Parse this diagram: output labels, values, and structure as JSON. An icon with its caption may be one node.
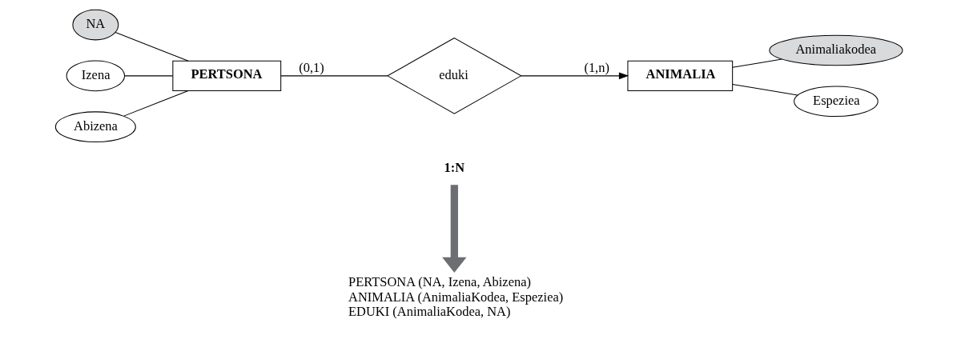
{
  "diagram": {
    "nodes": [
      {
        "text": [
          "NA"
        ]
      },
      {
        "text": [
          "Izena"
        ]
      },
      {
        "text": [
          "Abizena"
        ]
      },
      {
        "text": [
          "PERTSONA"
        ]
      },
      {
        "text": [
          "eduki"
        ]
      },
      {
        "text": [
          "ANIMALIA"
        ]
      },
      {
        "text": [
          "Animaliakodea"
        ]
      },
      {
        "text": [
          "Espeziea"
        ]
      },
      {
        "text": [
          "1:N"
        ]
      },
      {
        "text": [
          "PERTSONA (NA, Izena, Abizena)",
          "ANIMALIA (AnimaliaKodea, Espeziea)",
          "EDUKI (AnimaliaKodea, NA)"
        ]
      }
    ],
    "edges": [
      {
        "from": 0,
        "to": 3,
        "arrow": "none"
      },
      {
        "from": 1,
        "to": 3,
        "arrow": "none"
      },
      {
        "from": 2,
        "to": 3,
        "arrow": "none"
      },
      {
        "from": 3,
        "to": 4,
        "arrow": "none",
        "label": "(0,1)"
      },
      {
        "from": 4,
        "to": 5,
        "arrow": "to",
        "label": "(1,n)"
      },
      {
        "from": 5,
        "to": 6,
        "arrow": "none"
      },
      {
        "from": 5,
        "to": 7,
        "arrow": "none"
      },
      {
        "from": 8,
        "to": 9,
        "arrow": "to",
        "style": "thick",
        "color": "#6d6e71"
      }
    ]
  }
}
